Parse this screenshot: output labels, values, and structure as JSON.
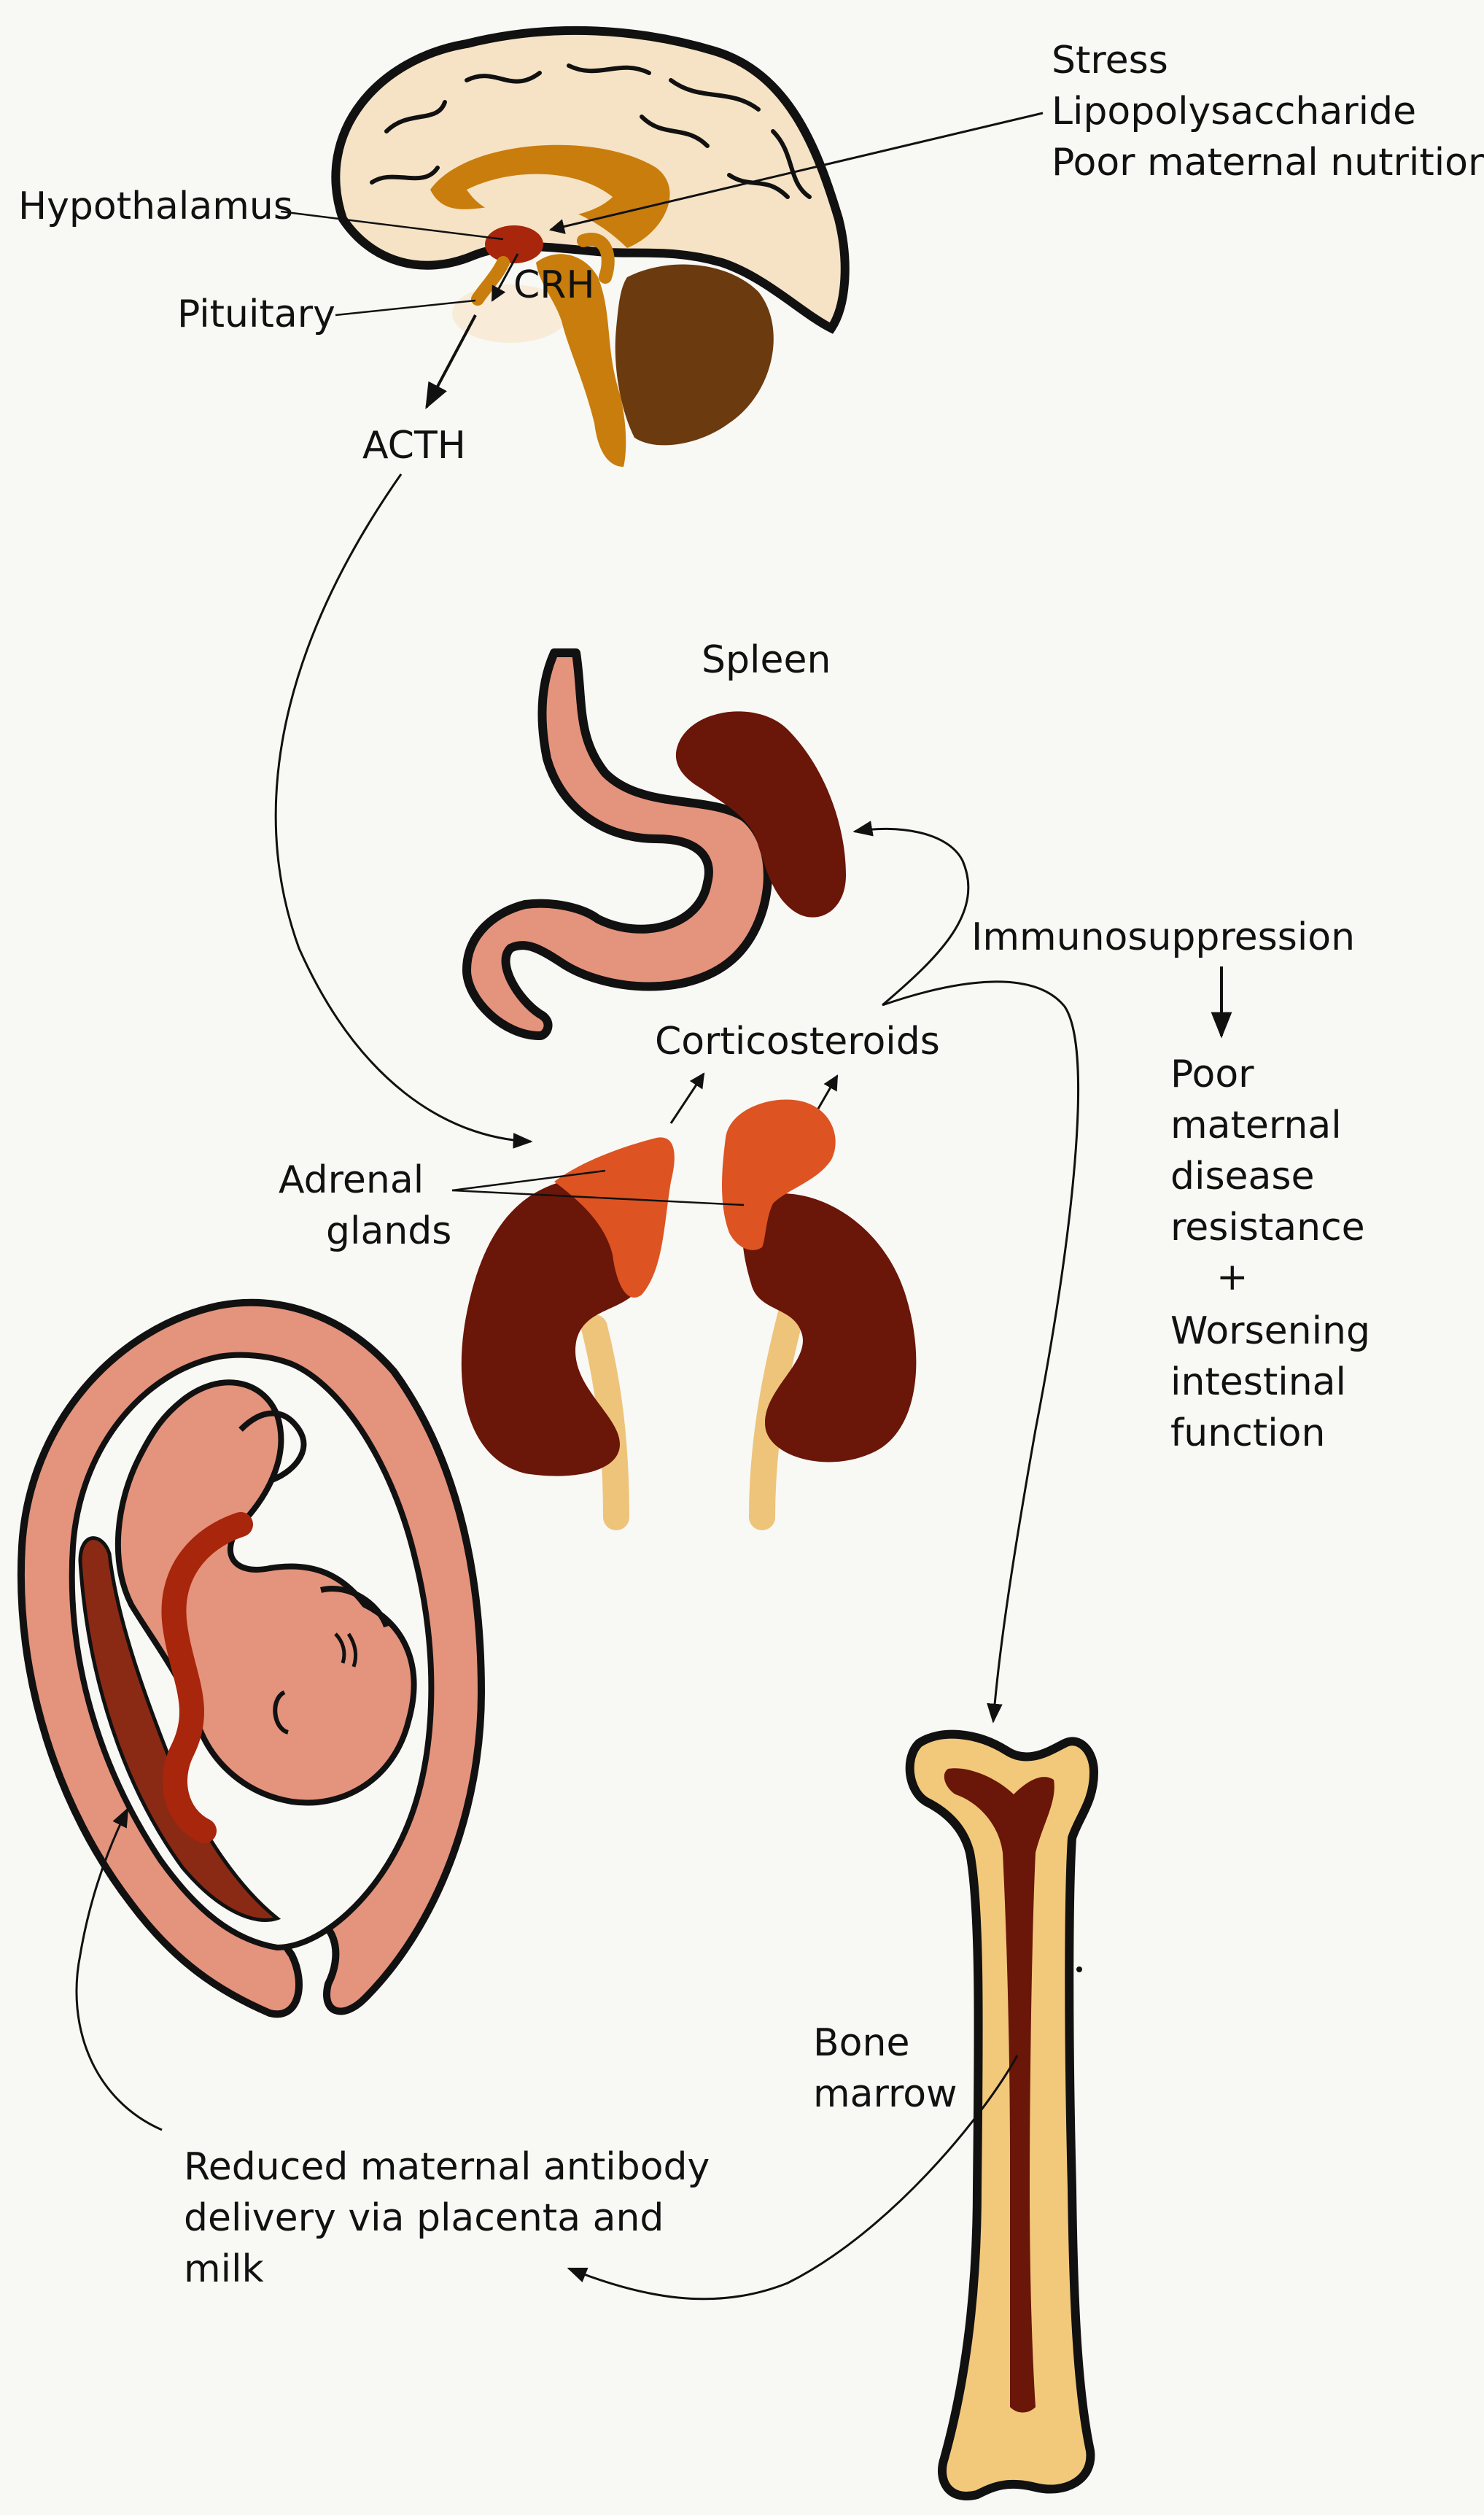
{
  "labels": {
    "stress": "Stress",
    "lps": "Lipopolysaccharide",
    "nutrition": "Poor maternal nutrition",
    "hypothalamus": "Hypothalamus",
    "pituitary": "Pituitary",
    "crh": "CRH",
    "acth": "ACTH",
    "spleen": "Spleen",
    "corticosteroids": "Corticosteroids",
    "immunosuppression": "Immunosuppression",
    "adrenal_line1": "Adrenal",
    "adrenal_line2": "glands",
    "outcome_line1": "Poor",
    "outcome_line2": "maternal",
    "outcome_line3": "disease",
    "outcome_line4": "resistance",
    "plus": "+",
    "outcome_line5": "Worsening",
    "outcome_line6": "intestinal",
    "outcome_line7": "function",
    "bone_line1": "Bone",
    "bone_line2": "marrow",
    "antibody_line1": "Reduced maternal antibody",
    "antibody_line2": "delivery via placenta and",
    "antibody_line3": "milk"
  },
  "colors": {
    "background": "#f8f8f5",
    "brain_cream": "#f6e3c5",
    "brain_amber": "#c97d0c",
    "hypothalamus_red": "#a8260b",
    "cerebellum_brown": "#6b3a0e",
    "stomach_pink": "#e4937c",
    "organ_dark_red": "#6a1608",
    "adrenal_orange": "#dd5322",
    "ureter_tan": "#eec47a",
    "fetus_pink": "#e4937c",
    "cord_red": "#a8260b",
    "bone_tan": "#f2c97b",
    "marrow_dark": "#6a1608",
    "line": "#111111"
  }
}
